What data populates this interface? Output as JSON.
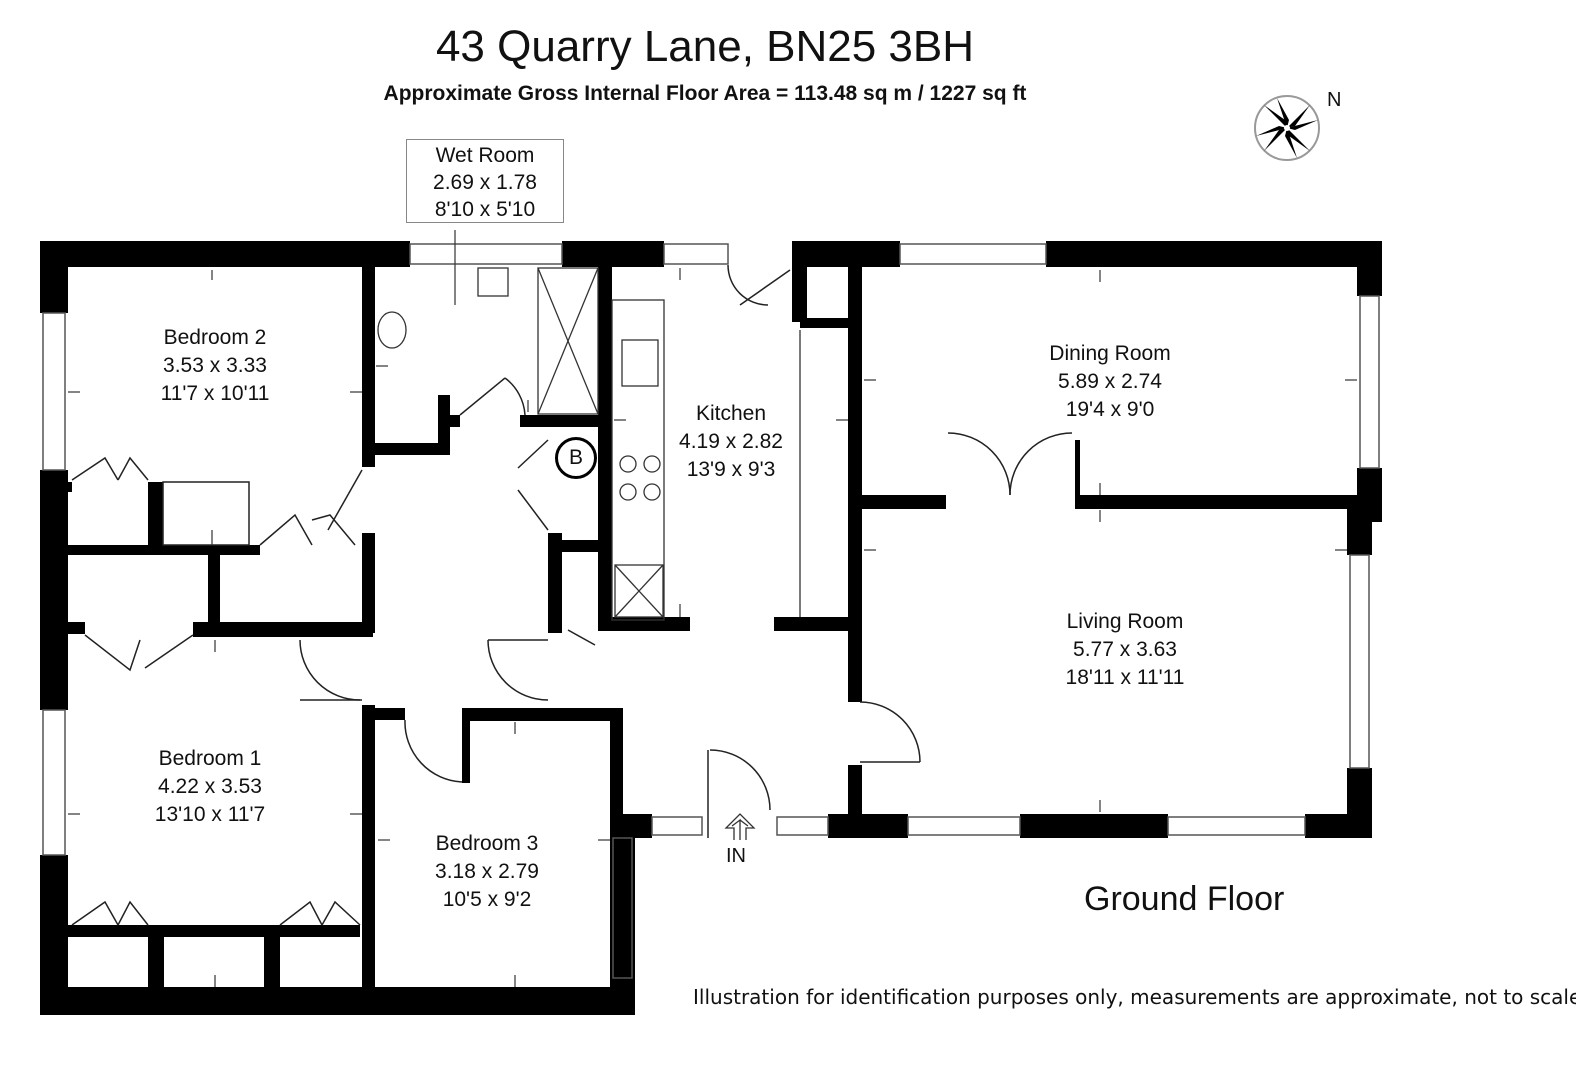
{
  "header": {
    "title": "43 Quarry Lane, BN25 3BH",
    "subtitle": "Approximate Gross Internal Floor Area = 113.48 sq m / 1227 sq ft"
  },
  "rooms": {
    "wet_room": {
      "name": "Wet Room",
      "metric": "2.69 x 1.78",
      "imperial": "8'10 x 5'10"
    },
    "bedroom2": {
      "name": "Bedroom 2",
      "metric": "3.53 x 3.33",
      "imperial": "11'7 x 10'11"
    },
    "kitchen": {
      "name": "Kitchen",
      "metric": "4.19 x 2.82",
      "imperial": "13'9 x 9'3"
    },
    "dining": {
      "name": "Dining Room",
      "metric": "5.89 x 2.74",
      "imperial": "19'4 x 9'0"
    },
    "living": {
      "name": "Living Room",
      "metric": "5.77 x 3.63",
      "imperial": "18'11 x 11'11"
    },
    "bedroom1": {
      "name": "Bedroom 1",
      "metric": "4.22 x 3.53",
      "imperial": "13'10 x 11'7"
    },
    "bedroom3": {
      "name": "Bedroom 3",
      "metric": "3.18 x 2.79",
      "imperial": "10'5 x 9'2"
    }
  },
  "labels": {
    "boiler": "B",
    "entrance": "IN",
    "north": "N",
    "floor": "Ground Floor",
    "disclaimer": "Illustration for identification purposes only, measurements are approximate, not to scale"
  }
}
